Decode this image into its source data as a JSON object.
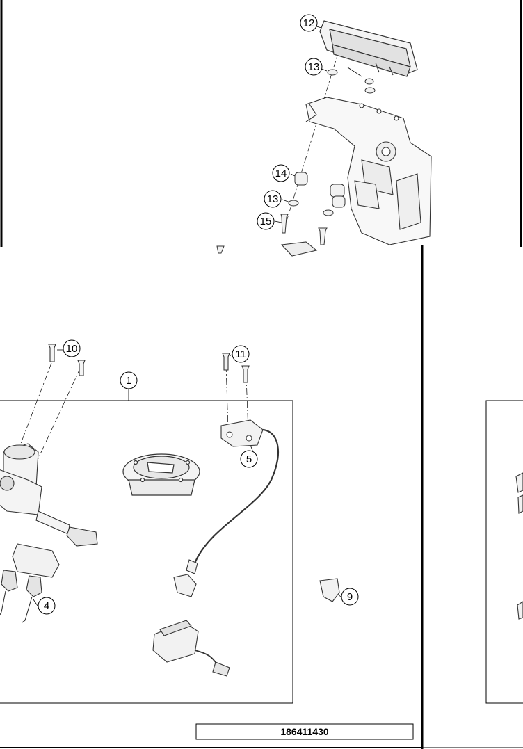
{
  "part_number": "186411430",
  "callouts": {
    "c1": "1",
    "c4": "4",
    "c5": "5",
    "c9": "9",
    "c10": "10",
    "c11": "11",
    "c12": "12",
    "c13a": "13",
    "c13b": "13",
    "c14": "14",
    "c15": "15"
  },
  "colors": {
    "line": "#000000",
    "part_stroke": "#333333",
    "part_fill": "#f4f4f4",
    "background": "#ffffff"
  }
}
